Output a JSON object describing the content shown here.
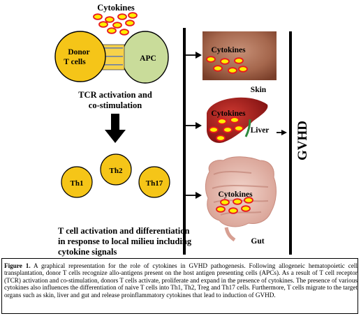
{
  "diagram": {
    "cytokines_top": "Cytokines",
    "donor_t_cells": "Donor\nT cells",
    "apc": "APC",
    "tcr_line1": "TCR activation and",
    "tcr_line2": "co-stimulation",
    "th1": "Th1",
    "th2": "Th2",
    "th17": "Th17",
    "response_line1": "T cell activation and differentiation",
    "response_line2": "in response to local milieu including",
    "response_line3": "cytokine signals",
    "organs": [
      {
        "name": "Skin",
        "cytokine_label": "Cytokines"
      },
      {
        "name": "Liver",
        "cytokine_label": "Cytokines"
      },
      {
        "name": "Gut",
        "cytokine_label": "Cytokines"
      }
    ],
    "gvhd": "GVHD"
  },
  "caption": {
    "label": "Figure 1.",
    "text": "A graphical representation for the role of cytokines in GVHD pathogenesis. Following allogeneic hematopoietic cell transplantation, donor T cells recognize allo-antigens present on the host antigen presenting cells (APCs). As a result of T cell receptor (TCR) activation and co-stimulation, donors T cells activate, proliferate and expand in the presence of cytokines. The presence of various cytokines also influences the differentiation of naive T cells into Th1, Th2, Treg and Th17 cells. Furthermore, T cells migrate to the target organs such as skin, liver and gut and release proinflammatory cytokines that lead to induction of GVHD."
  },
  "colors": {
    "t_cell_fill": "#f5c518",
    "apc_fill": "#c9dc9a",
    "link_fill": "#f7d24a",
    "cytokine_fill": "#ffee00",
    "cytokine_ring": "#e8191e",
    "skin": "#a5674d",
    "liver": "#a21b1b",
    "gut": "#e8c1b7"
  },
  "icons": [
    "down-arrow-icon",
    "right-arrow-icon"
  ]
}
